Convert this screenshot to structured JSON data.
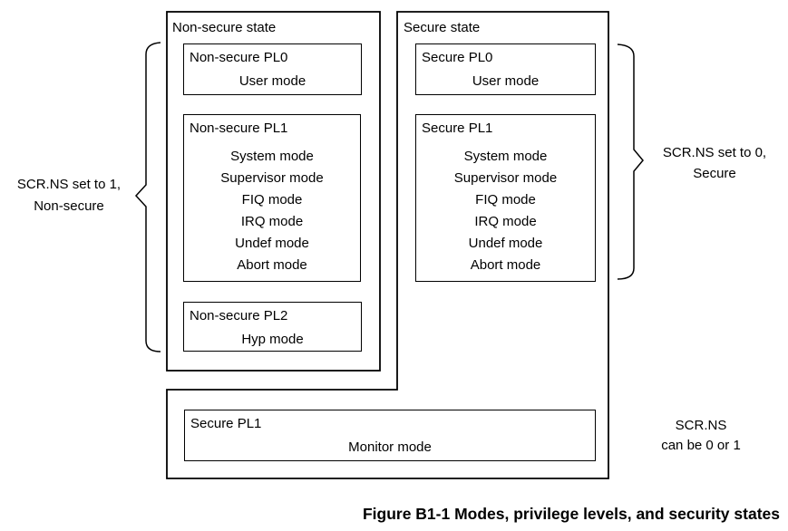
{
  "diagram": {
    "non_secure_state": {
      "title": "Non-secure state",
      "pl0": {
        "label": "Non-secure PL0",
        "modes": [
          "User mode"
        ]
      },
      "pl1": {
        "label": "Non-secure PL1",
        "modes": [
          "System mode",
          "Supervisor mode",
          "FIQ mode",
          "IRQ mode",
          "Undef mode",
          "Abort mode"
        ]
      },
      "pl2": {
        "label": "Non-secure PL2",
        "modes": [
          "Hyp mode"
        ]
      }
    },
    "secure_state": {
      "title": "Secure state",
      "pl0": {
        "label": "Secure PL0",
        "modes": [
          "User mode"
        ]
      },
      "pl1": {
        "label": "Secure PL1",
        "modes": [
          "System mode",
          "Supervisor mode",
          "FIQ mode",
          "IRQ mode",
          "Undef mode",
          "Abort mode"
        ]
      },
      "monitor": {
        "label": "Secure PL1",
        "modes": [
          "Monitor mode"
        ]
      }
    },
    "annotations": {
      "left": {
        "line1": "SCR.NS set to 1,",
        "line2": "Non-secure"
      },
      "right": {
        "line1": "SCR.NS set to 0,",
        "line2": "Secure"
      },
      "bottom_right": {
        "line1": "SCR.NS",
        "line2": "can be 0 or 1"
      }
    },
    "caption": "Figure B1-1 Modes, privilege levels, and security states",
    "colors": {
      "line": "#000000",
      "background": "#ffffff",
      "text": "#000000"
    }
  }
}
